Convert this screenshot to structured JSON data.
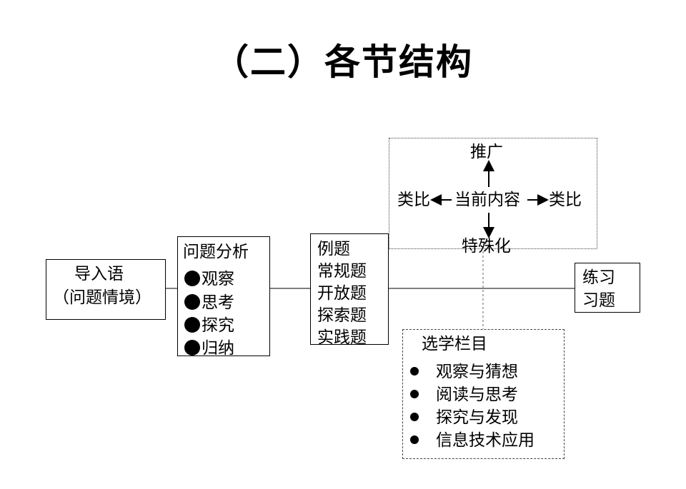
{
  "title": "（二）各节结构",
  "intro": {
    "line1": "导入语",
    "line2": "（问题情境）"
  },
  "analysis": {
    "heading": "问题分析",
    "items": [
      "观察",
      "思考",
      "探究",
      "归纳"
    ]
  },
  "examples": {
    "items": [
      "例题",
      "常规题",
      "开放题",
      "探索题",
      "实践题"
    ]
  },
  "exercise": {
    "line1": "练习",
    "line2": "习题"
  },
  "extension": {
    "top": "推广",
    "left": "类比",
    "center": "当前内容",
    "right": "类比",
    "bottom": "特殊化"
  },
  "electives": {
    "heading": "选学栏目",
    "items": [
      "观察与猜想",
      "阅读与思考",
      "探究与发现",
      "信息技术应用"
    ]
  }
}
